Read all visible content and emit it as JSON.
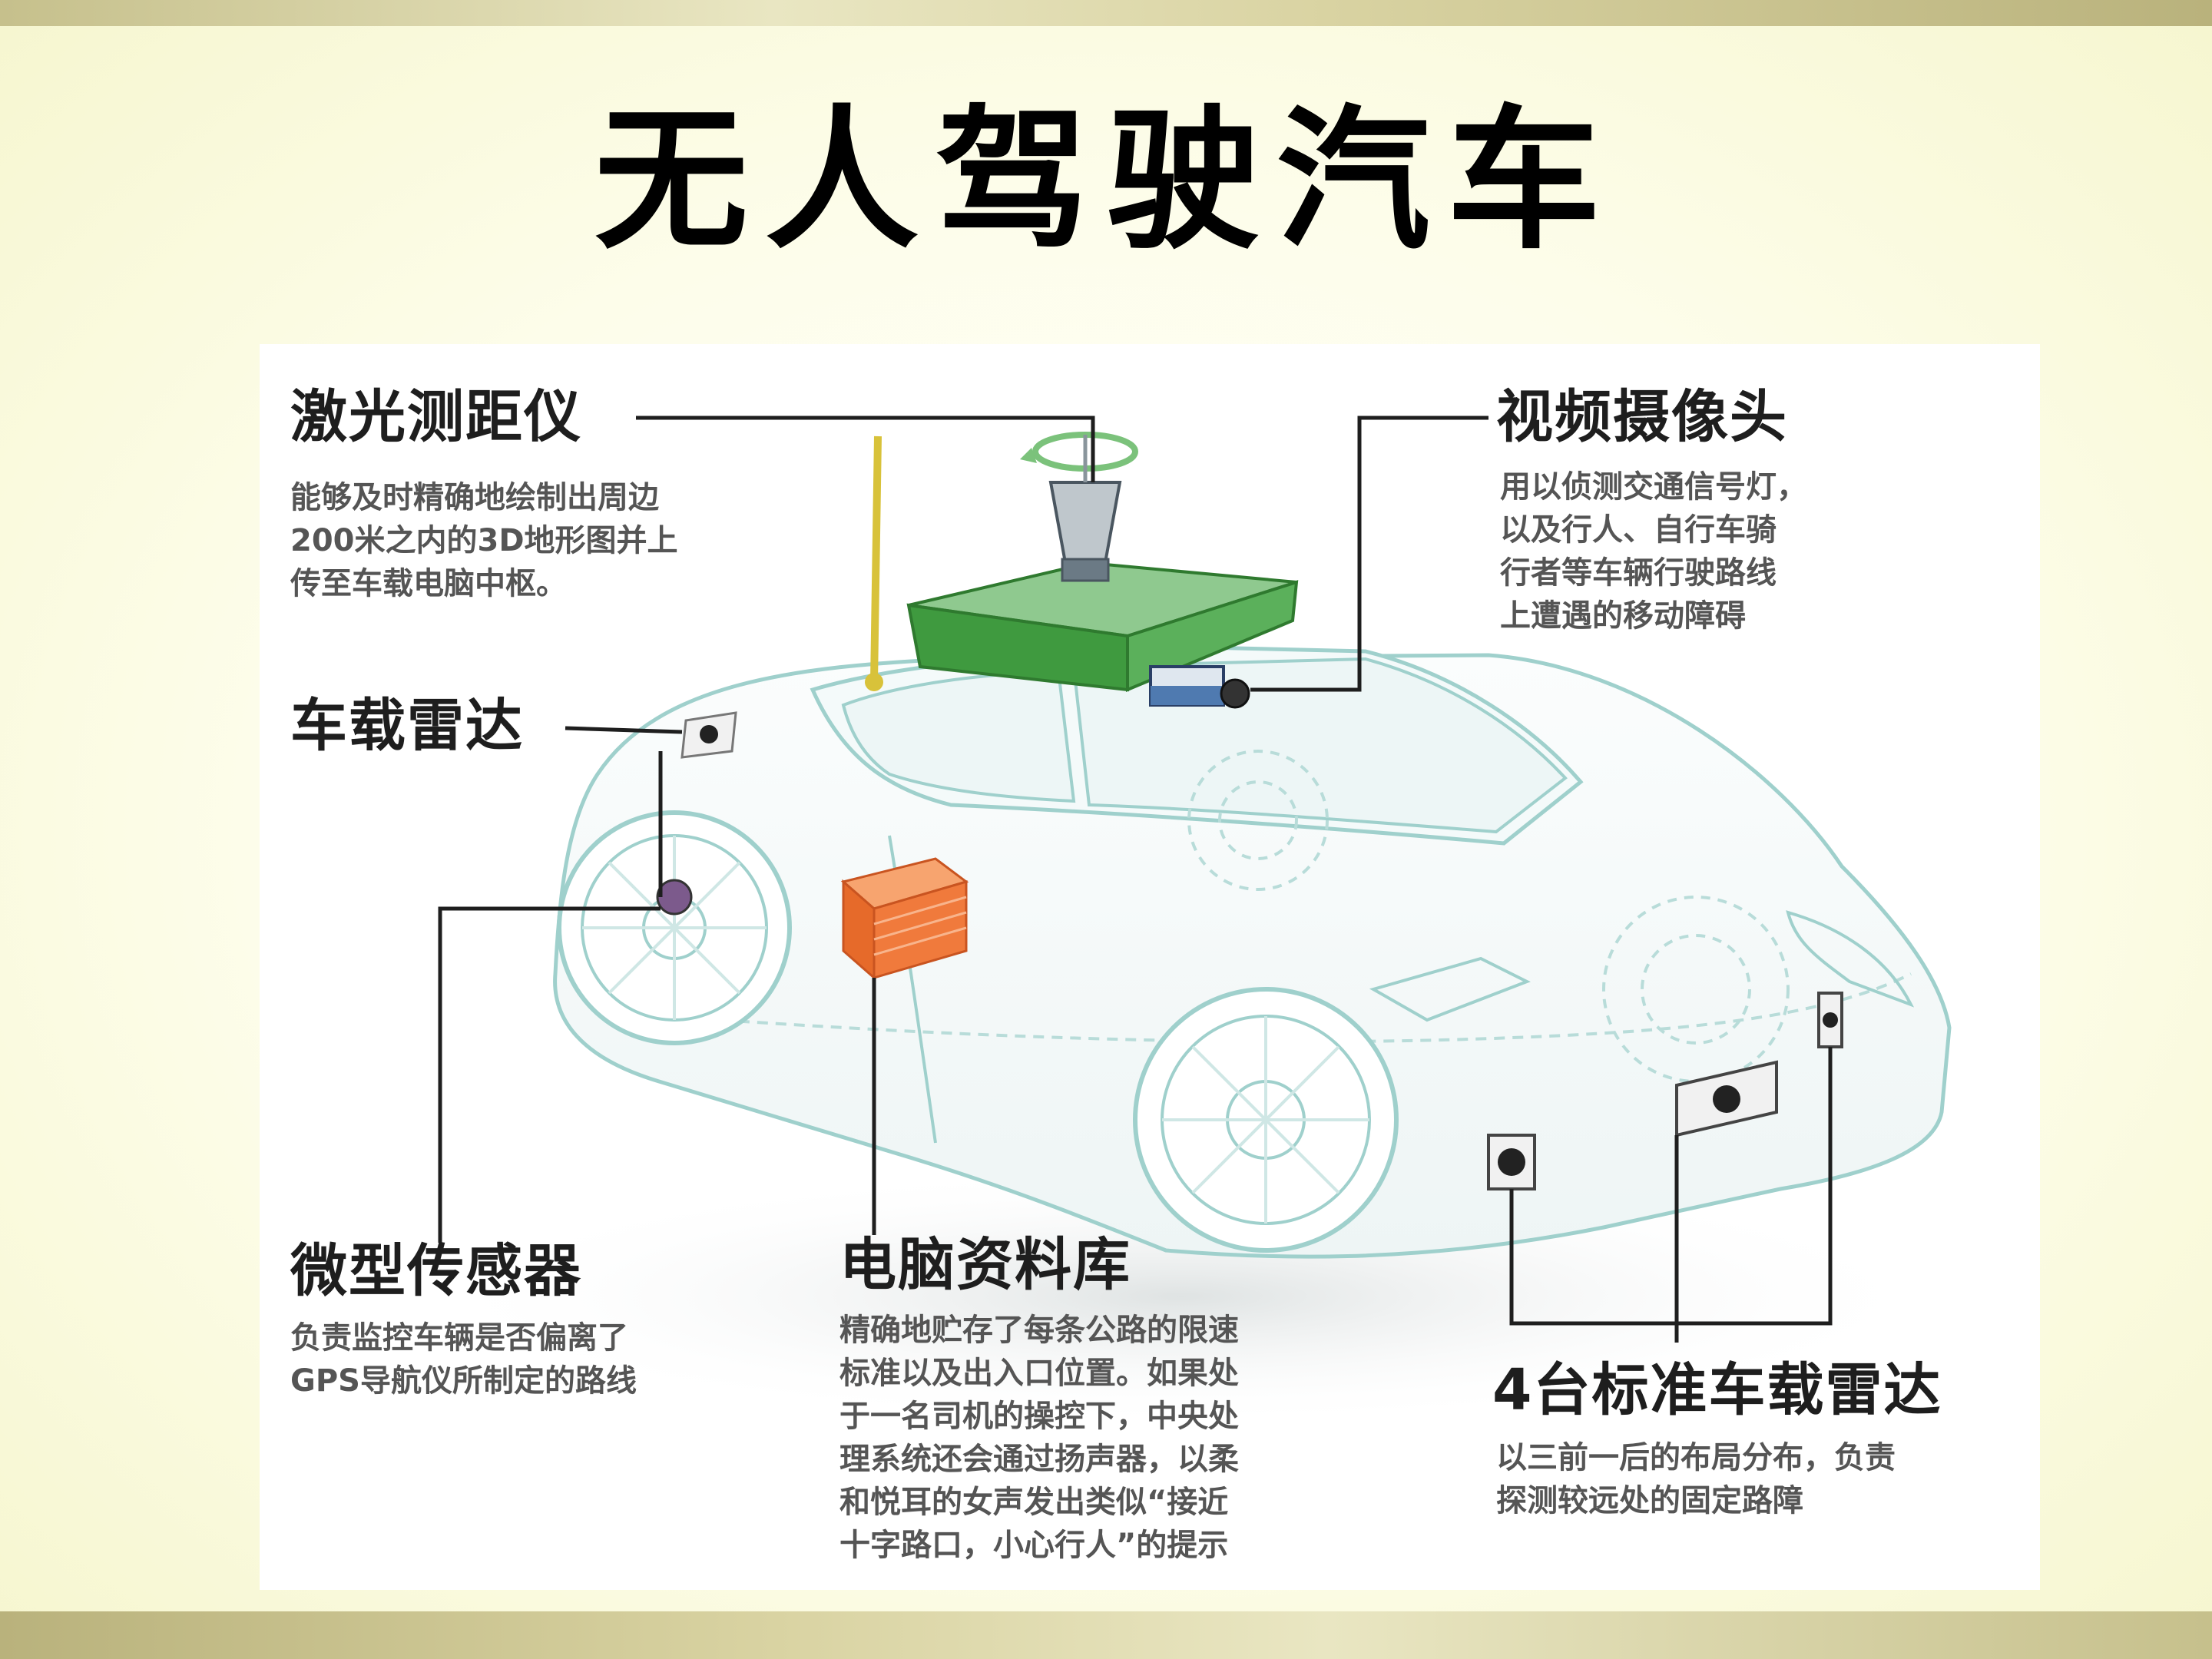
{
  "title": "无人驾驶汽车",
  "components": {
    "lidar": {
      "label": "激光测距仪",
      "description": "能够及时精确地绘制出周边\n200米之内的3D地形图并上\n传至车载电脑中枢。"
    },
    "camera": {
      "label": "视频摄像头",
      "description": "用以侦测交通信号灯，\n以及行人、自行车骑\n行者等车辆行驶路线\n上遭遇的移动障碍"
    },
    "onboard_radar": {
      "label": "车载雷达"
    },
    "micro_sensor": {
      "label": "微型传感器",
      "description": "负责监控车辆是否偏离了\nGPS导航仪所制定的路线"
    },
    "computer_database": {
      "label": "电脑资料库",
      "description": "精确地贮存了每条公路的限速\n标准以及出入口位置。如果处\n于一名司机的操控下，中央处\n理系统还会通过扬声器，以柔\n和悦耳的女声发出类似“接近\n十字路口，小心行人”的提示"
    },
    "four_radars": {
      "label": "4台标准车载雷达",
      "description": "以三前一后的布局分布，负责\n探测较远处的固定路障"
    }
  },
  "colors": {
    "background": "#fbfbe2",
    "band": "#c6c08c",
    "car_outline": "#9fd0cc",
    "lidar_mount": "#3f9a3f",
    "database_box": "#f07a3c",
    "antenna": "#d8c23a"
  }
}
